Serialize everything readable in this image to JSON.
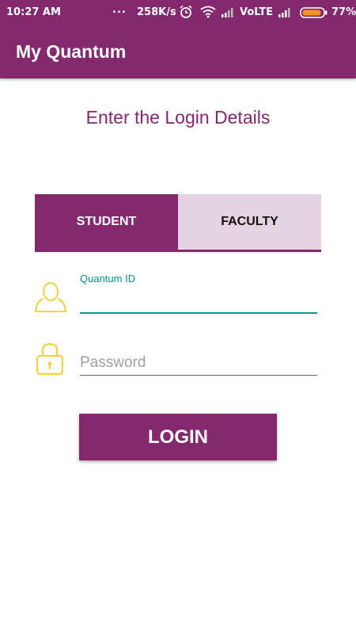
{
  "status_bar": {
    "time": "10:27 AM",
    "dots": "...",
    "network_speed": "258K/s",
    "network_type": "VoLTE",
    "battery_percent": "77%",
    "icons": [
      "alarm-icon",
      "wifi-icon",
      "signal-icon",
      "signal-icon",
      "battery-icon"
    ]
  },
  "app_bar": {
    "title": "My Quantum"
  },
  "login": {
    "heading": "Enter the Login Details",
    "tabs": [
      {
        "label": "STUDENT",
        "selected": true
      },
      {
        "label": "FACULTY",
        "selected": false
      }
    ],
    "id_field": {
      "label": "Quantum ID",
      "value": "",
      "icon": "user-icon"
    },
    "password_field": {
      "placeholder": "Password",
      "value": "",
      "icon": "lock-icon"
    },
    "login_button": "LOGIN"
  },
  "colors": {
    "primary": "#84286f",
    "tab_inactive": "#e6d3e2",
    "accent": "#00968a",
    "icon_yellow": "#f2d23c"
  }
}
